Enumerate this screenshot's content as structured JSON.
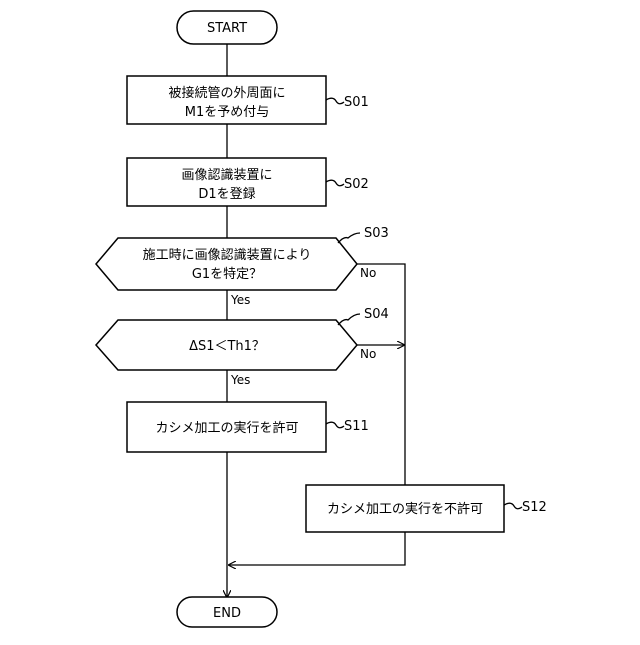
{
  "flowchart": {
    "start": {
      "label": "START"
    },
    "s01": {
      "lines": [
        "被接続管の外周面に",
        "M1を予め付与"
      ],
      "step": "S01"
    },
    "s02": {
      "lines": [
        "画像認識装置に",
        "D1を登録"
      ],
      "step": "S02"
    },
    "s03": {
      "lines": [
        "施工時に画像認識装置により",
        "G1を特定？"
      ],
      "step": "S03",
      "yes": "Yes",
      "no": "No"
    },
    "s04": {
      "lines": [
        "ΔS1＜Th1？"
      ],
      "step": "S04",
      "yes": "Yes",
      "no": "No"
    },
    "s11": {
      "lines": [
        "カシメ加工の実行を許可"
      ],
      "step": "S11"
    },
    "s12": {
      "lines": [
        "カシメ加工の実行を不許可"
      ],
      "step": "S12"
    },
    "end": {
      "label": "END"
    }
  }
}
